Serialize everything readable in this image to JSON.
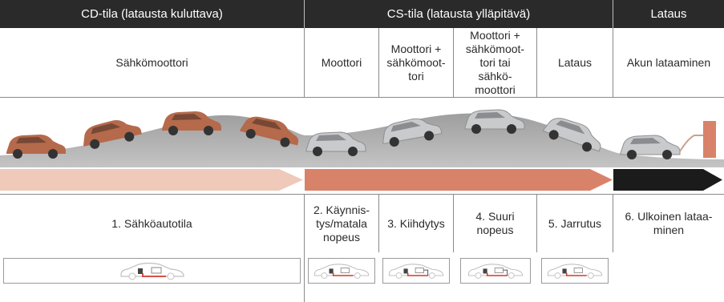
{
  "header": {
    "cd": "CD-tila (latausta kuluttava)",
    "cs": "CS-tila (latausta ylläpitävä)",
    "charge": "Lataus"
  },
  "power_sources": {
    "cd": "Sähkömoottori",
    "cs_engine": "Moottori",
    "cs_engine_motor": "Moottori + sähkömoot-tori",
    "cs_engine_or_motor": "Moottori + sähkömoot-tori tai sähkö-moottori",
    "cs_charging": "Lataus",
    "charge": "Akun lataaminen"
  },
  "modes": {
    "ev": "1. Sähköautotila",
    "start": "2. Käynnis-tys/matala nopeus",
    "accel": "3. Kiihdytys",
    "speed": "4. Suuri nopeus",
    "brake": "5. Jarrutus",
    "external": "6. Ulkoinen lataa-minen"
  },
  "colors": {
    "header_bg": "#2a2a2a",
    "cd_arrow": "#efc9b9",
    "cs_arrow": "#d9826a",
    "charge_arrow": "#1b1b1b",
    "car_copper": "#b56a4b",
    "car_silver": "#c9cacc",
    "road": "#a9a9a9",
    "energy_line": "#d23a2a"
  },
  "icons": {
    "car": "car-outline-icon",
    "battery": "battery-icon",
    "engine": "engine-icon",
    "charger": "charging-station-icon"
  }
}
